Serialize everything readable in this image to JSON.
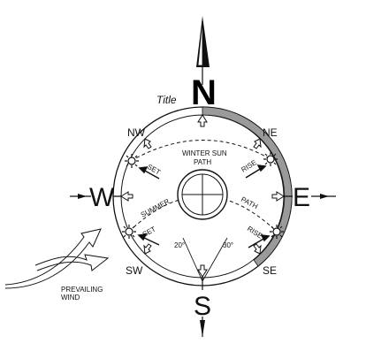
{
  "title": "Title",
  "cardinals": {
    "north": "N",
    "south": "S",
    "east": "E",
    "west": "W"
  },
  "intercardinals": {
    "nw": "NW",
    "ne": "NE",
    "sw": "SW",
    "se": "SE"
  },
  "winter_sun_path": {
    "line1": "WINTER SUN",
    "line2": "PATH"
  },
  "summer_path": {
    "left": "SUMMER",
    "right": "PATH"
  },
  "sun_events": {
    "set": "SET",
    "rise": "RISE"
  },
  "angles": {
    "left": "20°",
    "right": "30°"
  },
  "prevailing_wind": {
    "line1": "PREVAILING",
    "line2": "WIND"
  },
  "colors": {
    "line": "#111111",
    "shaded_arc": "#9a9a9a",
    "background": "#ffffff"
  },
  "icons": [
    "north-arrow-icon",
    "sun-icon",
    "window-arrow-icon",
    "wind-arrow-icon"
  ]
}
